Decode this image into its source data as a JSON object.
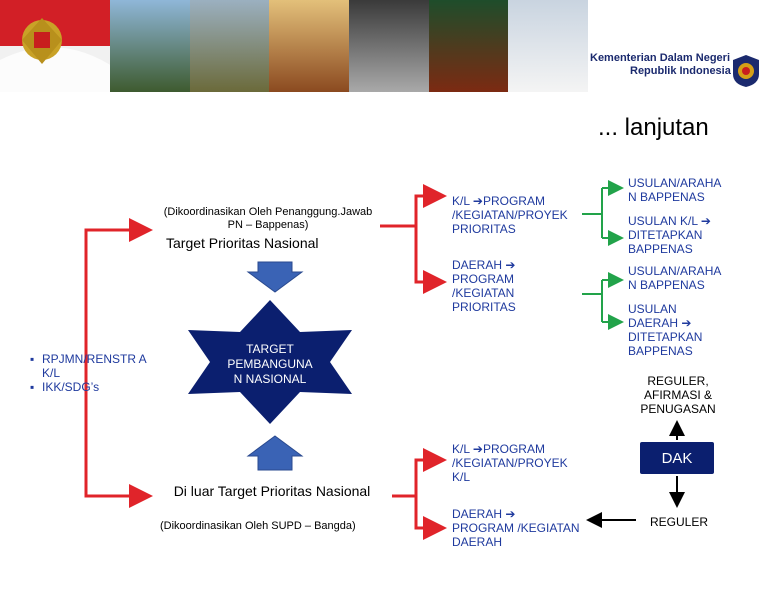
{
  "header": {
    "ministry_line1": "Kementerian Dalam Negeri",
    "ministry_line2": "Republik Indonesia"
  },
  "title": "... lanjutan",
  "left_list": {
    "items": [
      "RPJMN/RENSTR A K/L",
      "IKK/SDG’s"
    ]
  },
  "top_node": {
    "note": "(Dikoordinasikan Oleh Penanggung.Jawab PN – Bappenas)",
    "label": "Target Prioritas Nasional"
  },
  "center_star": {
    "label": "TARGET PEMBANGUNA N NASIONAL"
  },
  "bottom_node": {
    "label": "Di luar Target Prioritas Nasional",
    "note": "(Dikoordinasikan Oleh SUPD – Bangda)"
  },
  "mid_column": {
    "kl_priority": "K/L ➔PROGRAM /KEGIATAN/PROYEK PRIORITAS",
    "daerah_priority": "DAERAH ➔ PROGRAM /KEGIATAN PRIORITAS",
    "kl_nonpriority": "K/L ➔PROGRAM /KEGIATAN/PROYEK K/L",
    "daerah_nonpriority": "DAERAH ➔ PROGRAM /KEGIATAN DAERAH"
  },
  "right_column": {
    "usulan_arahan_1": "USULAN/ARAHA N BAPPENAS",
    "usulan_kl": "USULAN K/L ➔ DITETAPKAN BAPPENAS",
    "usulan_arahan_2": "USULAN/ARAHA N BAPPENAS",
    "usulan_daerah": "USULAN DAERAH ➔ DITETAPKAN BAPPENAS",
    "reguler_afirmasi": "REGULER, AFIRMASI & PENUGASAN",
    "dak": "DAK",
    "reguler": "REGULER"
  },
  "colors": {
    "red": "#e0242a",
    "green": "#22a34a",
    "navy": "#0b1f6f",
    "arrow_blue": "#3a63b5"
  }
}
